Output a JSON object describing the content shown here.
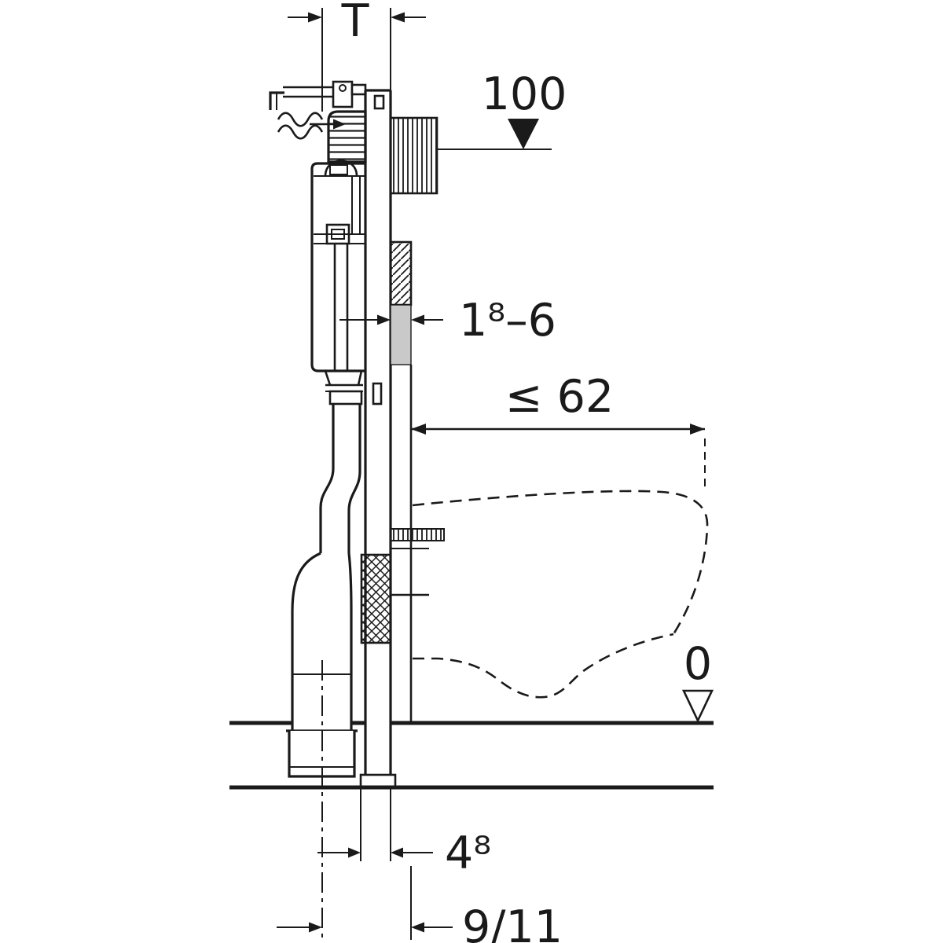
{
  "diagram": {
    "labels": {
      "frame_depth": "T",
      "actuator_height": "100",
      "finish_thickness": "1⁸–6",
      "max_depth": "≤ 62",
      "zero_level": "0",
      "outlet_offset": "4⁸",
      "outlet_axis_distance": "9/11"
    },
    "colors": {
      "line": "#1a1a1a",
      "seal_gray": "#c9c9c9",
      "background": "#ffffff"
    }
  }
}
